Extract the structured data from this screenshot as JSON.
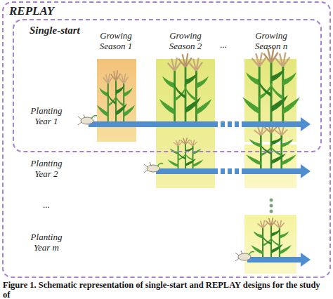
{
  "diagram": {
    "caption": "Figure 1. Schematic representation of single-start and REPLAY designs for the study of",
    "nodes": [
      {
        "text": [
          "REPLAY"
        ]
      },
      {
        "text": [
          "Single-start"
        ],
        "in": 0
      }
    ],
    "labels": [
      "Growing Season 1",
      "Growing Season 2",
      "...",
      "Growing Season n",
      "Planting Year 1",
      "Planting Year 2",
      "...",
      "Planting Year m"
    ]
  }
}
